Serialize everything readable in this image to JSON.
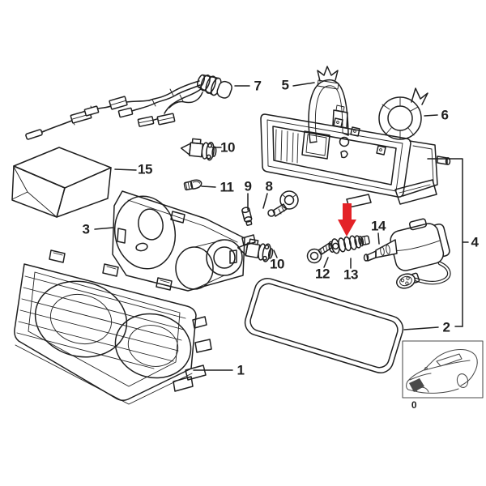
{
  "colors": {
    "background": "#ffffff",
    "line": "#1f1f1f",
    "inset_line": "#4a4a4a",
    "arrow": "#e32227"
  },
  "labels": {
    "p0": "0",
    "p1": "1",
    "p2": "2",
    "p3": "3",
    "p4": "4",
    "p5": "5",
    "p6": "6",
    "p7": "7",
    "p8": "8",
    "p9": "9",
    "p10a": "10",
    "p10b": "10",
    "p11": "11",
    "p12": "12",
    "p13": "13",
    "p14": "14",
    "p15": "15"
  },
  "highlight": {
    "indicator": "red-arrow",
    "points_at_label": "13"
  }
}
